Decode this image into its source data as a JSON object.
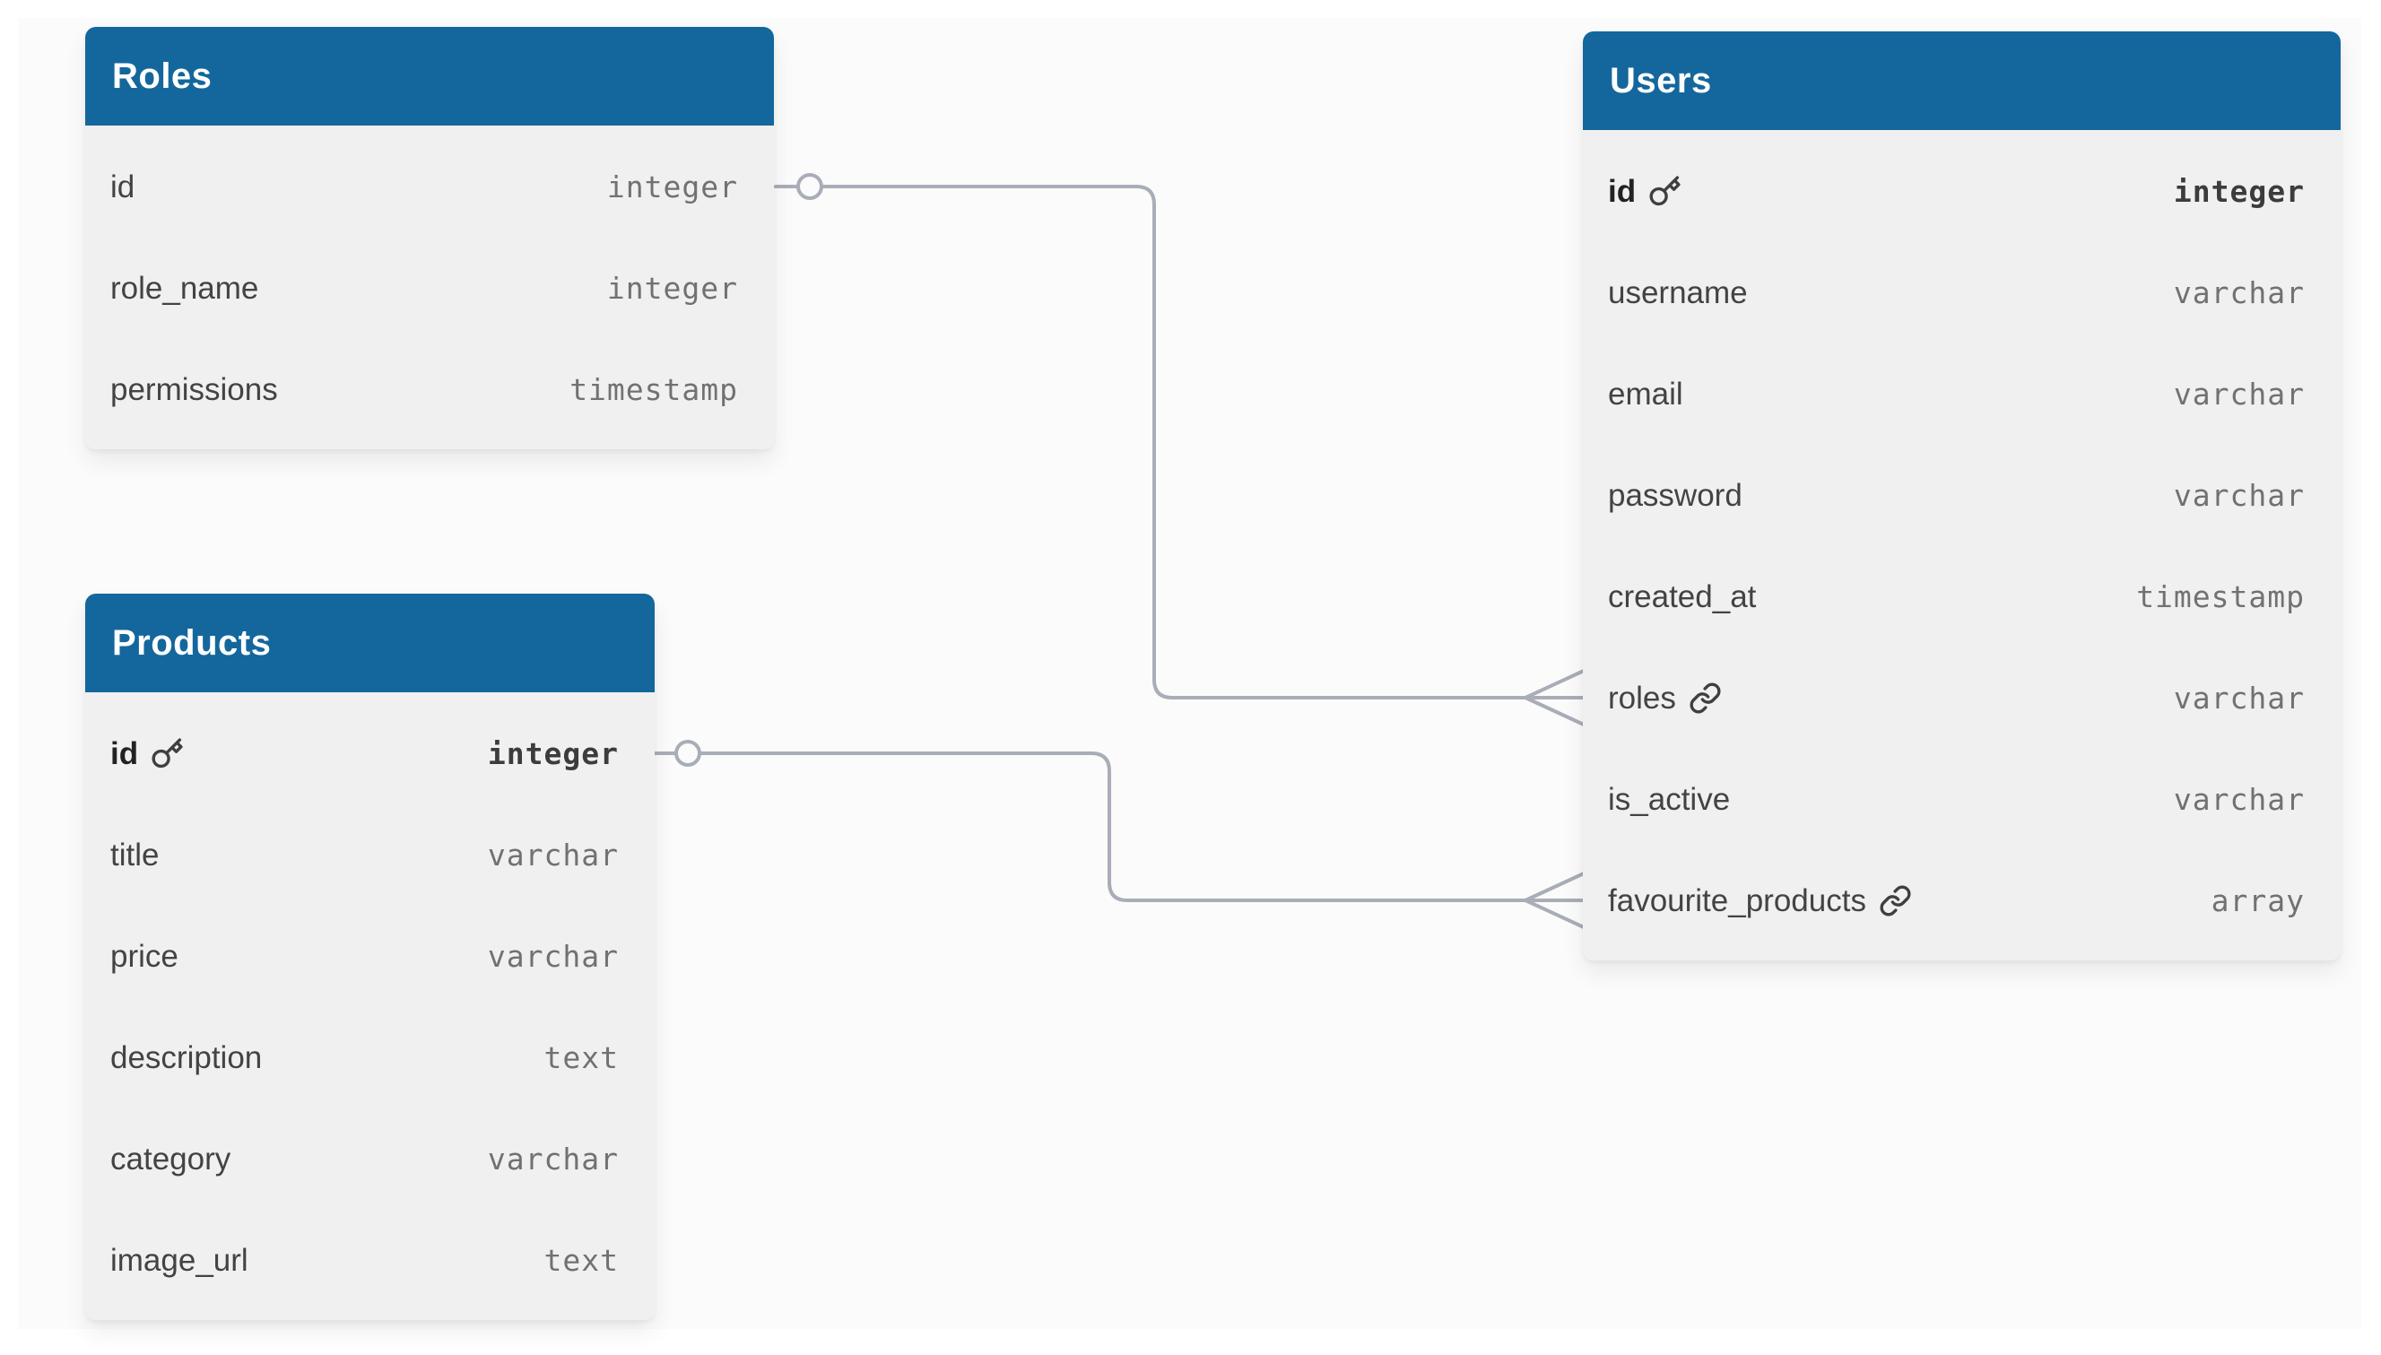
{
  "diagram": {
    "kind": "entity-relationship-diagram",
    "colors": {
      "header_accent": "#14679c",
      "table_body": "#f0f0f0",
      "canvas": "#fbfbfb",
      "relationship_line": "#a9adb8",
      "field_text": "#434343",
      "type_text": "#717171"
    },
    "icons": {
      "primary_key": "key-icon",
      "reference": "link-icon"
    },
    "tables": [
      {
        "id": "roles",
        "title": "Roles",
        "fields": [
          {
            "name": "id",
            "type": "integer",
            "pk": false,
            "fk": false
          },
          {
            "name": "role_name",
            "type": "integer",
            "pk": false,
            "fk": false
          },
          {
            "name": "permissions",
            "type": "timestamp",
            "pk": false,
            "fk": false
          }
        ]
      },
      {
        "id": "products",
        "title": "Products",
        "fields": [
          {
            "name": "id",
            "type": "integer",
            "pk": true,
            "fk": false
          },
          {
            "name": "title",
            "type": "varchar",
            "pk": false,
            "fk": false
          },
          {
            "name": "price",
            "type": "varchar",
            "pk": false,
            "fk": false
          },
          {
            "name": "description",
            "type": "text",
            "pk": false,
            "fk": false
          },
          {
            "name": "category",
            "type": "varchar",
            "pk": false,
            "fk": false
          },
          {
            "name": "image_url",
            "type": "text",
            "pk": false,
            "fk": false
          }
        ]
      },
      {
        "id": "users",
        "title": "Users",
        "fields": [
          {
            "name": "id",
            "type": "integer",
            "pk": true,
            "fk": false
          },
          {
            "name": "username",
            "type": "varchar",
            "pk": false,
            "fk": false
          },
          {
            "name": "email",
            "type": "varchar",
            "pk": false,
            "fk": false
          },
          {
            "name": "password",
            "type": "varchar",
            "pk": false,
            "fk": false
          },
          {
            "name": "created_at",
            "type": "timestamp",
            "pk": false,
            "fk": false
          },
          {
            "name": "roles",
            "type": "varchar",
            "pk": false,
            "fk": true
          },
          {
            "name": "is_active",
            "type": "varchar",
            "pk": false,
            "fk": false
          },
          {
            "name": "favourite_products",
            "type": "array",
            "pk": false,
            "fk": true
          }
        ]
      }
    ],
    "relationships": [
      {
        "from": "Roles.id",
        "to": "Users.roles",
        "from_end": "one (circle)",
        "to_end": "many (crow-foot)"
      },
      {
        "from": "Products.id",
        "to": "Users.favourite_products",
        "from_end": "one (circle)",
        "to_end": "many (crow-foot)"
      }
    ]
  }
}
